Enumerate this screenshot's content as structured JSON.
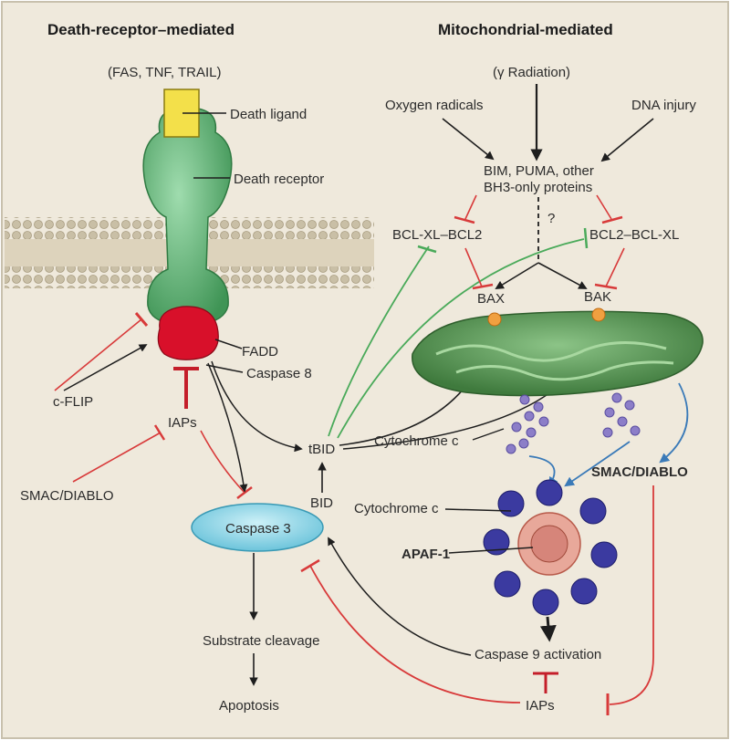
{
  "headers": {
    "left": "Death-receptor–mediated",
    "right": "Mitochondrial-mediated"
  },
  "labels": {
    "ligands": "(FAS, TNF, TRAIL)",
    "death_ligand": "Death ligand",
    "death_receptor": "Death receptor",
    "fadd": "FADD",
    "caspase8": "Caspase 8",
    "cflip": "c-FLIP",
    "iaps_left": "IAPs",
    "smac_left": "SMAC/DIABLO",
    "caspase3": "Caspase 3",
    "substrate_cleavage": "Substrate cleavage",
    "apoptosis": "Apoptosis",
    "tbid": "tBID",
    "bid": "BID",
    "radiation": "(γ Radiation)",
    "oxygen_radicals": "Oxygen radicals",
    "dna_injury": "DNA injury",
    "bh3_line1": "BIM, PUMA, other",
    "bh3_line2": "BH3-only proteins",
    "bclxl_bcl2": "BCL-XL–BCL2",
    "bcl2_bclxl": "BCL2–BCL-XL",
    "question": "?",
    "bax": "BAX",
    "bak": "BAK",
    "cytochrome_c_1": "Cytochrome c",
    "smac_right": "SMAC/DIABLO",
    "cytochrome_c_2": "Cytochrome c",
    "apaf1": "APAF-1",
    "caspase9": "Caspase 9 activation",
    "iaps_right": "IAPs"
  },
  "colors": {
    "background": "#efe9dc",
    "receptor": "#5fae73",
    "ligand": "#f3e04a",
    "caspase8": "#d8102a",
    "caspase3": "#8fd8e8",
    "inhibit": "#d83a3a",
    "green_line": "#4aaa5a",
    "blue_line": "#3a7ab8",
    "cytochrome": "#8c7ec8",
    "apoptosome": "#3b3aa0",
    "mitochondrion": "#5a9a58"
  }
}
